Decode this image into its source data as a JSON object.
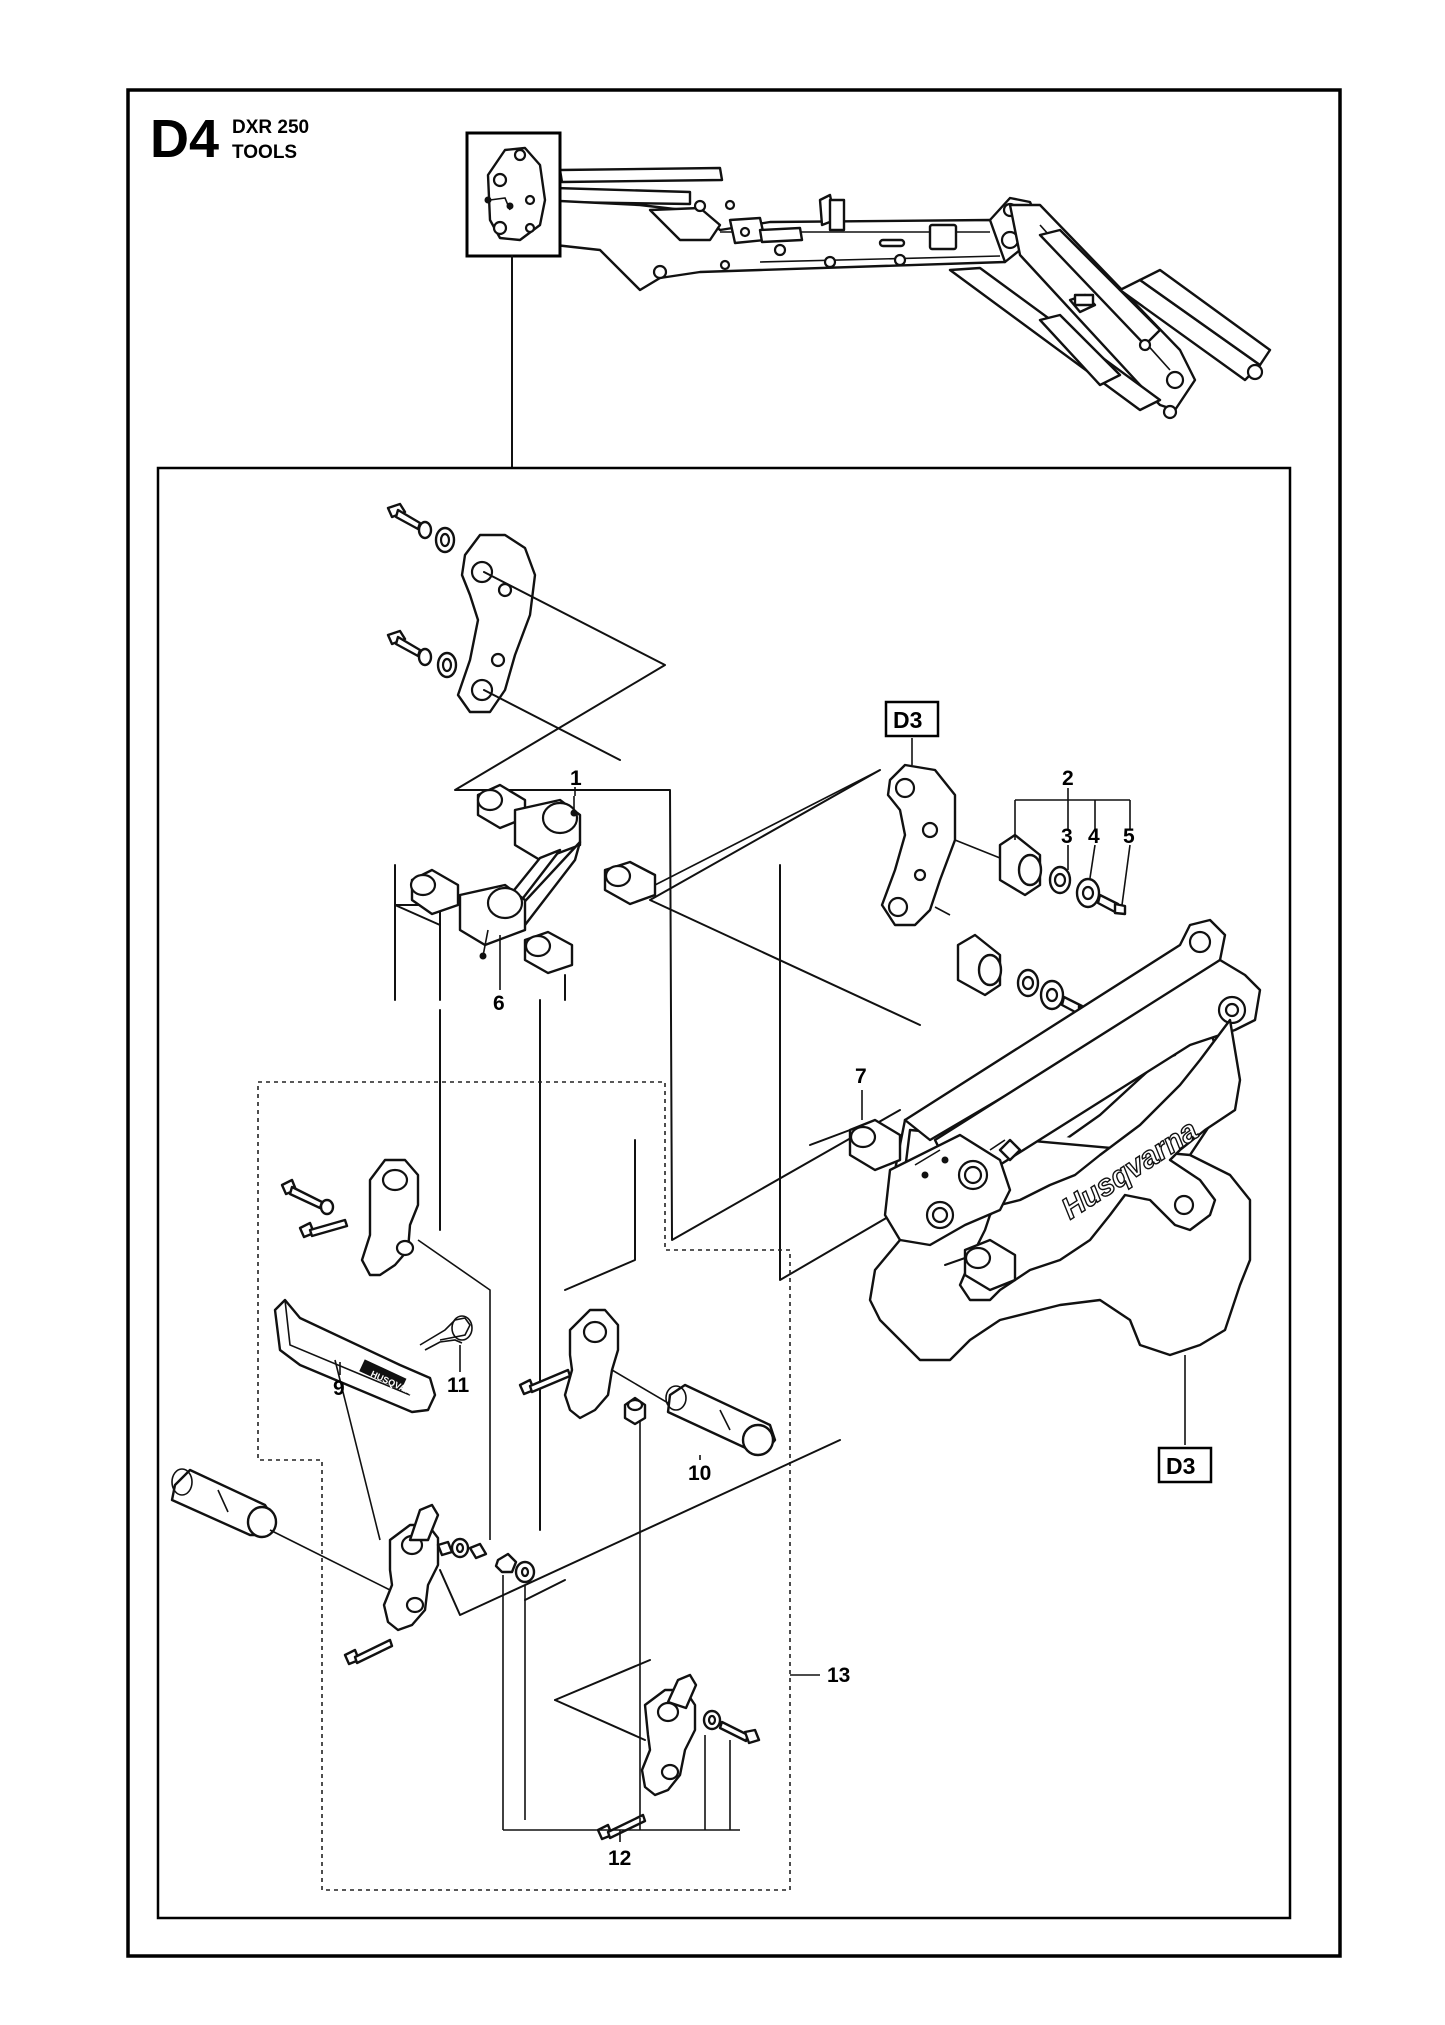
{
  "header": {
    "code": "D4",
    "model": "DXR 250",
    "section": "TOOLS"
  },
  "references": {
    "top": "D3",
    "bottom": "D3"
  },
  "parts": {
    "p1": "1",
    "p2": "2",
    "p3": "3",
    "p4": "4",
    "p5": "5",
    "p6": "6",
    "p7": "7",
    "p9": "9",
    "p10": "10",
    "p11": "11",
    "p12": "12",
    "p13": "13"
  },
  "brand": "Husqvarna",
  "lever_label": "HUSQVARNA"
}
